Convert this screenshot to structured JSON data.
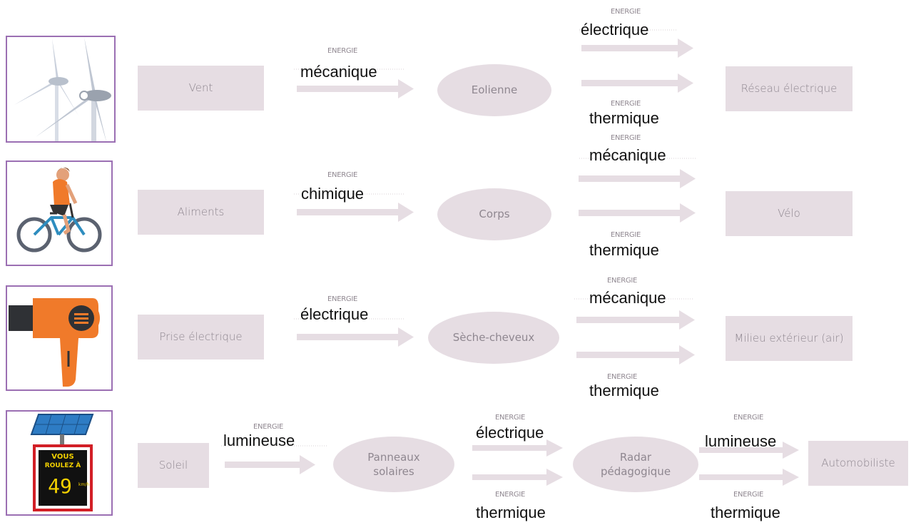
{
  "colors": {
    "box": "#e6dde3",
    "arrow": "#e6dde3",
    "frame": "#9b6fb3",
    "box_text": "#8f8790"
  },
  "energy_word": "ENERGIE",
  "rows": [
    {
      "icon": "wind-turbine-icon",
      "source": "Vent",
      "input_type": "mécanique",
      "converter": "Eolienne",
      "output_top": "électrique",
      "output_bottom": "thermique",
      "receiver": "Réseau électrique"
    },
    {
      "icon": "cyclist-icon",
      "source": "Aliments",
      "input_type": "chimique",
      "converter": "Corps",
      "output_top": "mécanique",
      "output_bottom": "thermique",
      "receiver": "Vélo"
    },
    {
      "icon": "hair-dryer-icon",
      "source": "Prise électrique",
      "input_type": "électrique",
      "converter": "Sèche-cheveux",
      "output_top": "mécanique",
      "output_bottom": "thermique",
      "receiver": "Milieu extérieur (air)"
    },
    {
      "icon": "speed-radar-icon",
      "radar_sign": {
        "line1": "VOUS",
        "line2": "ROULEZ À",
        "speed": "49",
        "unit": "km/h"
      },
      "source": "Soleil",
      "input_type": "lumineuse",
      "converter": "Panneaux solaires",
      "output_top": "électrique",
      "output_bottom": "thermique",
      "converter2": "Radar pédagogique",
      "output2_top": "lumineuse",
      "output2_bottom": "thermique",
      "receiver": "Automobiliste"
    }
  ]
}
